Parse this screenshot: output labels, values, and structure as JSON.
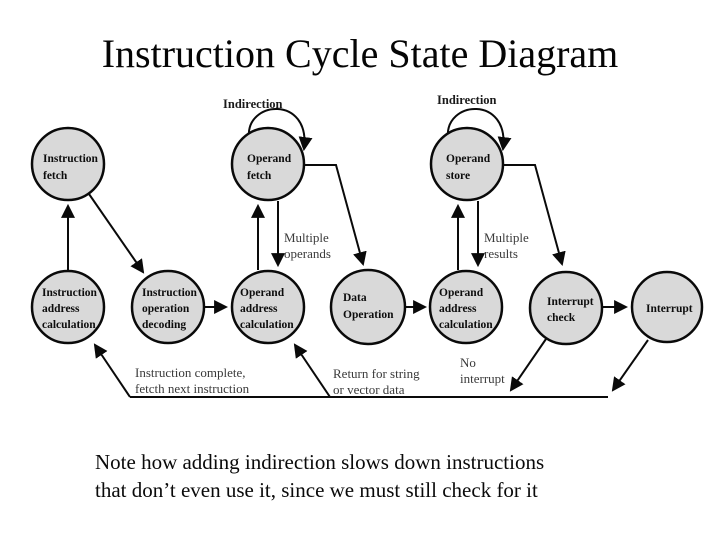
{
  "title": "Instruction Cycle State Diagram",
  "note": {
    "line1": "Note how adding indirection slows down instructions",
    "line2": "that don’t even use it, since we must still check for it"
  },
  "diagram": {
    "nodes": {
      "instruction_fetch": {
        "lines": [
          "Instruction",
          "fetch"
        ]
      },
      "operand_fetch": {
        "lines": [
          "Operand",
          "fetch"
        ]
      },
      "operand_store": {
        "lines": [
          "Operand",
          "store"
        ]
      },
      "instruction_address_calculation": {
        "lines": [
          "Instruction",
          "address",
          "calculation"
        ]
      },
      "instruction_operation_decoding": {
        "lines": [
          "Instruction",
          "operation",
          "decoding"
        ]
      },
      "operand_address_calculation_1": {
        "lines": [
          "Operand",
          "address",
          "calculation"
        ]
      },
      "data_operation": {
        "lines": [
          "Data",
          "Operation"
        ]
      },
      "operand_address_calculation_2": {
        "lines": [
          "Operand",
          "address",
          "calculation"
        ]
      },
      "interrupt_check": {
        "lines": [
          "Interrupt",
          "check"
        ]
      },
      "interrupt": {
        "lines": [
          "Interrupt"
        ]
      }
    },
    "edge_labels": {
      "indirection_fetch": "Indirection",
      "indirection_store": "Indirection",
      "multiple_operands": [
        "Multiple",
        "operands"
      ],
      "multiple_results": [
        "Multiple",
        "results"
      ],
      "instruction_complete": [
        "Instruction complete,",
        "fetcth next instruction"
      ],
      "return_string": [
        "Return for string",
        "or vector data"
      ],
      "no_interrupt": [
        "No",
        "interrupt"
      ]
    },
    "colors": {
      "node_fill": "#d9d9d9",
      "node_stroke": "#0a0a0a",
      "edge": "#0a0a0a",
      "secondary_label": "#3a3a3a"
    }
  }
}
